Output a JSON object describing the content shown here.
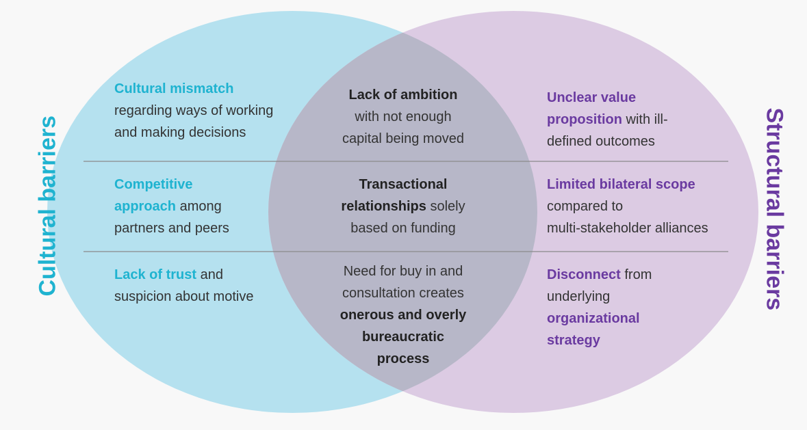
{
  "labels": {
    "left": "Cultural barriers",
    "right": "Structural barriers"
  },
  "colors": {
    "left_circle": "#b5e1ef",
    "right_circle": "#dccbe3",
    "overlap": "#b7b7c8",
    "left_accent": "#1fb3d0",
    "right_accent": "#6a3aa0",
    "divider": "#8a8a8a",
    "text": "#333333"
  },
  "rows": [
    {
      "left": {
        "highlight": "Cultural mismatch",
        "rest": [
          "regarding ways of working",
          "and making decisions"
        ]
      },
      "center": {
        "highlight": "Lack of ambition",
        "rest": [
          "with not enough",
          "capital being moved"
        ]
      },
      "right": {
        "highlight_1": "Unclear value",
        "highlight_2": "proposition",
        "rest_inline": " with ill-",
        "rest": [
          "defined outcomes"
        ]
      }
    },
    {
      "left": {
        "highlight_1": "Competitive",
        "highlight_2": "approach",
        "rest_inline": " among",
        "rest": [
          "partners and peers"
        ]
      },
      "center": {
        "highlight_1": "Transactional",
        "highlight_2": "relationships",
        "rest_inline": " solely",
        "rest": [
          "based on funding"
        ]
      },
      "right": {
        "highlight": "Limited bilateral scope",
        "rest": [
          "compared to",
          "multi-stakeholder alliances"
        ]
      }
    },
    {
      "left": {
        "highlight": "Lack of trust",
        "rest_inline": " and",
        "rest": [
          "suspicion about motive"
        ]
      },
      "center": {
        "lead": [
          "Need for buy in and",
          "consultation creates"
        ],
        "bold": [
          "onerous and overly",
          "bureaucratic",
          "process"
        ]
      },
      "right": {
        "highlight": "Disconnect",
        "rest_inline": " from",
        "lead": [
          "underlying"
        ],
        "highlight_lines": [
          "organizational",
          "strategy"
        ]
      }
    }
  ]
}
